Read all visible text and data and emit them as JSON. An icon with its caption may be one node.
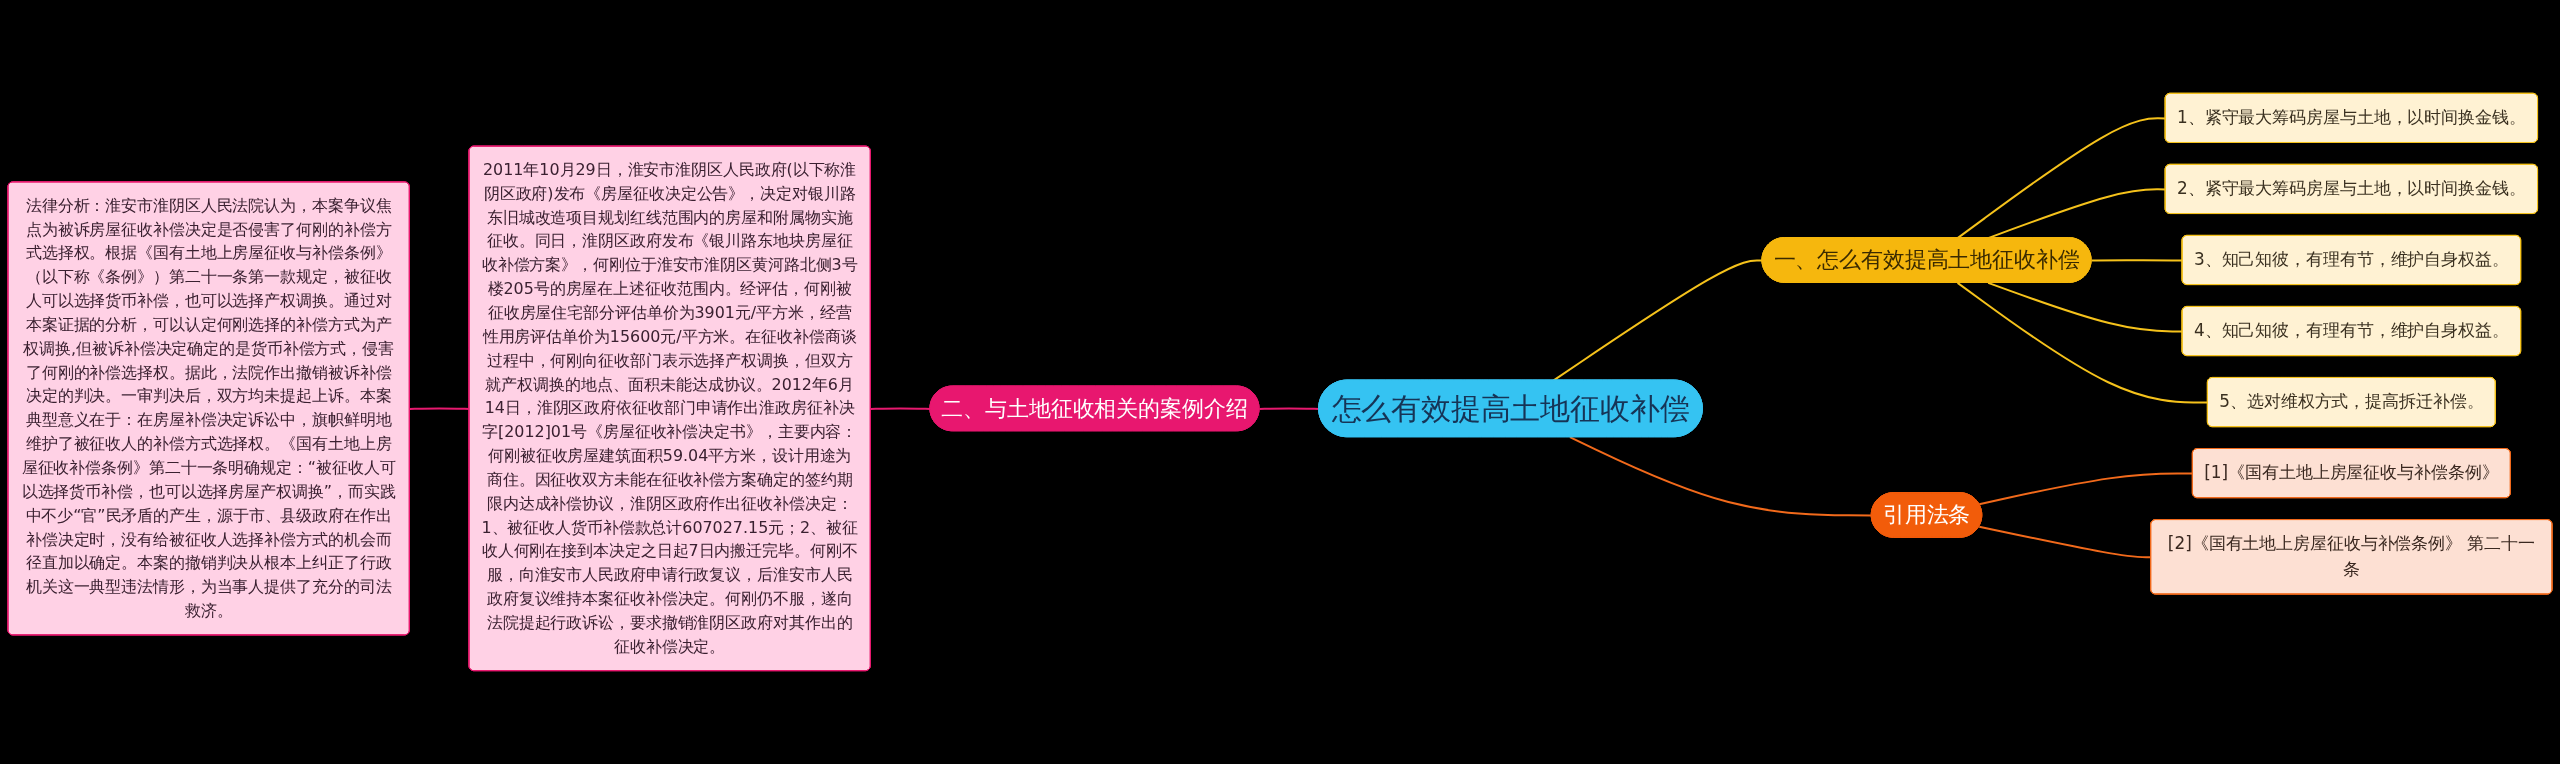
{
  "diagram": {
    "nodes": [
      {
        "text": [
          "怎么有效提高土地征收补偿"
        ]
      },
      {
        "text": [
          "一、怎么有效提高土地征收补偿"
        ]
      },
      {
        "text": [
          "1、紧守最大筹码房屋与土地，以时间换金钱。"
        ]
      },
      {
        "text": [
          "2、紧守最大筹码房屋与土地，以时间换金钱。"
        ]
      },
      {
        "text": [
          "3、知己知彼，有理有节，维护自身权益。"
        ]
      },
      {
        "text": [
          "4、知己知彼，有理有节，维护自身权益。"
        ]
      },
      {
        "text": [
          "5、选对维权方式，提高拆迁补偿。"
        ]
      },
      {
        "text": [
          "引用法条"
        ]
      },
      {
        "text": [
          "[1]《国有土地上房屋征收与补偿条例》"
        ]
      },
      {
        "text": [
          "[2]《国有土地上房屋征收与补偿条例》 第二十一条"
        ]
      },
      {
        "text": [
          "二、与土地征收相关的案例介绍"
        ]
      },
      {
        "text": [
          "2011年10月29日，淮安市淮阴区人民政府(以下称淮阴区政府)发布《房屋征收决定公告》，决定对银川路东旧城改造项目规划红线范围内的房屋和附属物实施征收。同日，淮阴区政府发布《银川路东地块房屋征收补偿方案》，何刚位于淮安市淮阴区黄河路北侧3号楼205号的房屋在上述征收范围内。经评估，何刚被征收房屋住宅部分评估单价为3901元/平方米，经营性用房评估单价为15600元/平方米。在征收补偿商谈过程中，何刚向征收部门表示选择产权调换，但双方就产权调换的地点、面积未能达成协议。2012年6月14日，淮阴区政府依征收部门申请作出淮政房征补决字[2012]01号《房屋征收补偿决定书》，主要内容：何刚被征收房屋建筑面积59.04平方米，设计用途为商住。因征收双方未能在征收补偿方案确定的签约期限内达成补偿协议，淮阴区政府作出征收补偿决定：1、被征收人货币补偿款总计607027.15元；2、被征收人何刚在接到本决定之日起7日内搬迁完毕。何刚不服，向淮安市人民政府申请行政复议，后淮安市人民政府复议维持本案征收补偿决定。何刚仍不服，遂向法院提起行政诉讼，要求撤销淮阴区政府对其作出的征收补偿决定。"
        ]
      },
      {
        "text": [
          "法律分析：淮安市淮阴区人民法院认为，本案争议焦点为被诉房屋征收补偿决定是否侵害了何刚的补偿方式选择权。根据《国有土地上房屋征收与补偿条例》（以下称《条例》）第二十一条第一款规定，被征收人可以选择货币补偿，也可以选择产权调换。通过对本案证据的分析，可以认定何刚选择的补偿方式为产权调换,但被诉补偿决定确定的是货币补偿方式，侵害了何刚的补偿选择权。据此，法院作出撤销被诉补偿决定的判决。一审判决后，双方均未提起上诉。本案典型意义在于：在房屋补偿决定诉讼中，旗帜鲜明地维护了被征收人的补偿方式选择权。《国有土地上房屋征收补偿条例》第二十一条明确规定：“被征收人可以选择货币补偿，也可以选择房屋产权调换”，而实践中不少“官”民矛盾的产生，源于市、县级政府在作出补偿决定时，没有给被征收人选择补偿方式的机会而径直加以确定。本案的撤销判决从根本上纠正了行政机关这一典型违法情形，为当事人提供了充分的司法救济。"
        ]
      }
    ],
    "edges": [
      {
        "from": 0,
        "to": 1,
        "arrow": "none"
      },
      {
        "from": 1,
        "to": 2,
        "arrow": "none"
      },
      {
        "from": 1,
        "to": 3,
        "arrow": "none"
      },
      {
        "from": 1,
        "to": 4,
        "arrow": "none"
      },
      {
        "from": 1,
        "to": 5,
        "arrow": "none"
      },
      {
        "from": 1,
        "to": 6,
        "arrow": "none"
      },
      {
        "from": 0,
        "to": 7,
        "arrow": "none",
        "color": "#f26a1b"
      },
      {
        "from": 7,
        "to": 8,
        "arrow": "none",
        "color": "#f26a1b"
      },
      {
        "from": 7,
        "to": 9,
        "arrow": "none",
        "color": "#f26a1b"
      },
      {
        "from": 10,
        "to": 0,
        "arrow": "none",
        "color": "#e8196f"
      },
      {
        "from": 11,
        "to": 10,
        "arrow": "none",
        "color": "#e8196f"
      },
      {
        "from": 12,
        "to": 11,
        "arrow": "none",
        "color": "#e8196f"
      }
    ]
  }
}
